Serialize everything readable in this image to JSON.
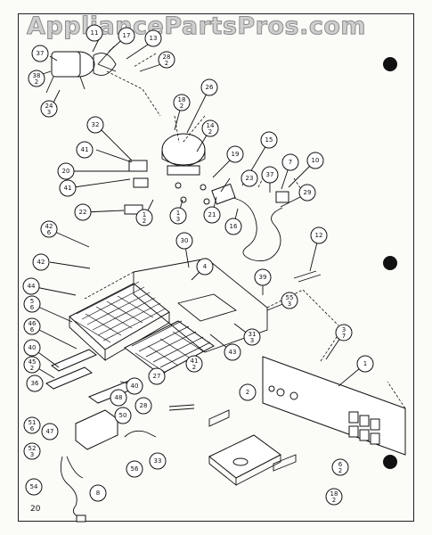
{
  "watermark": "AppliancePartsPros.com",
  "page_number": "20",
  "labels": {
    "l37a": "37",
    "l11": "11",
    "l17": "17",
    "l13": "13",
    "l28": "28",
    "l38": "38",
    "l2a": "2",
    "l24": "24",
    "l18": "18",
    "l26": "26",
    "l32": "32",
    "l14": "14",
    "l15": "15",
    "l41a": "41",
    "l19": "19",
    "l7": "7",
    "l10": "10",
    "l20": "20",
    "l23": "23",
    "l37b": "37",
    "l41b": "41",
    "l29": "29",
    "l22": "22",
    "l1a": "1",
    "l1b": "1",
    "l21": "21",
    "l16": "16",
    "l42a": "42",
    "l12": "12",
    "l30": "30",
    "l42b": "42",
    "l4": "4",
    "l39": "39",
    "l44": "44",
    "l5": "5",
    "l55": "55",
    "l46": "46",
    "l31": "31",
    "l3": "3",
    "l40a": "40",
    "l43": "43",
    "l45": "45",
    "l41c": "41",
    "l27": "27",
    "l1c": "1",
    "l36": "36",
    "l40b": "40",
    "l2b": "2",
    "l48": "48",
    "l50": "50",
    "l51": "51",
    "l28b": "28",
    "l47": "47",
    "l52": "52",
    "l33": "33",
    "l56": "56",
    "l6": "6",
    "l54": "54",
    "l8": "8",
    "l18b": "18"
  },
  "fractions": {
    "f28": "2",
    "f24": "3",
    "f18": "2",
    "f14": "2",
    "f1a": "2",
    "f1b": "3",
    "f42a": "6",
    "f5": "6",
    "f55": "3",
    "f46": "6",
    "f31": "3",
    "f45": "2",
    "f41c": "2",
    "f51": "6",
    "f52": "3",
    "f6": "2",
    "f18b": "2",
    "f3": "7"
  }
}
